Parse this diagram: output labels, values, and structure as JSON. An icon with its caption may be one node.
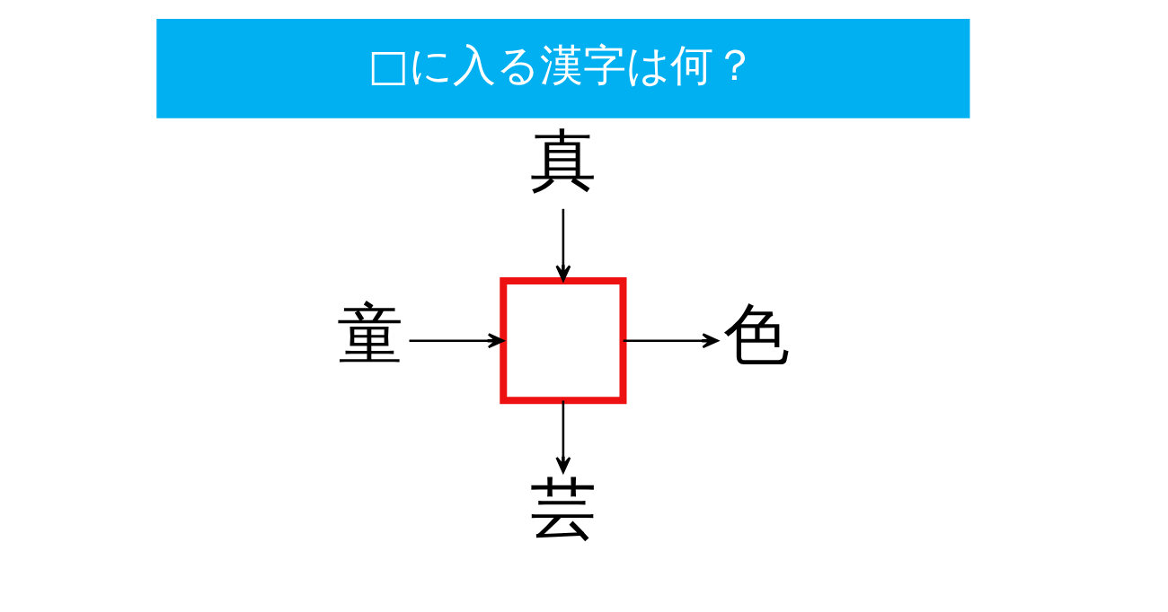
{
  "diagram": {
    "title": "□に入る漢字は何？",
    "nodes": [
      {
        "text": [
          "真"
        ]
      },
      {
        "text": [
          "童"
        ]
      },
      {
        "text": [],
        "shape": "box"
      },
      {
        "text": [
          "色"
        ]
      },
      {
        "text": [
          "芸"
        ]
      }
    ],
    "edges": [
      {
        "from": 0,
        "to": 2,
        "arrow": "to"
      },
      {
        "from": 1,
        "to": 2,
        "arrow": "to"
      },
      {
        "from": 2,
        "to": 3,
        "arrow": "to"
      },
      {
        "from": 2,
        "to": 4,
        "arrow": "to"
      }
    ]
  }
}
